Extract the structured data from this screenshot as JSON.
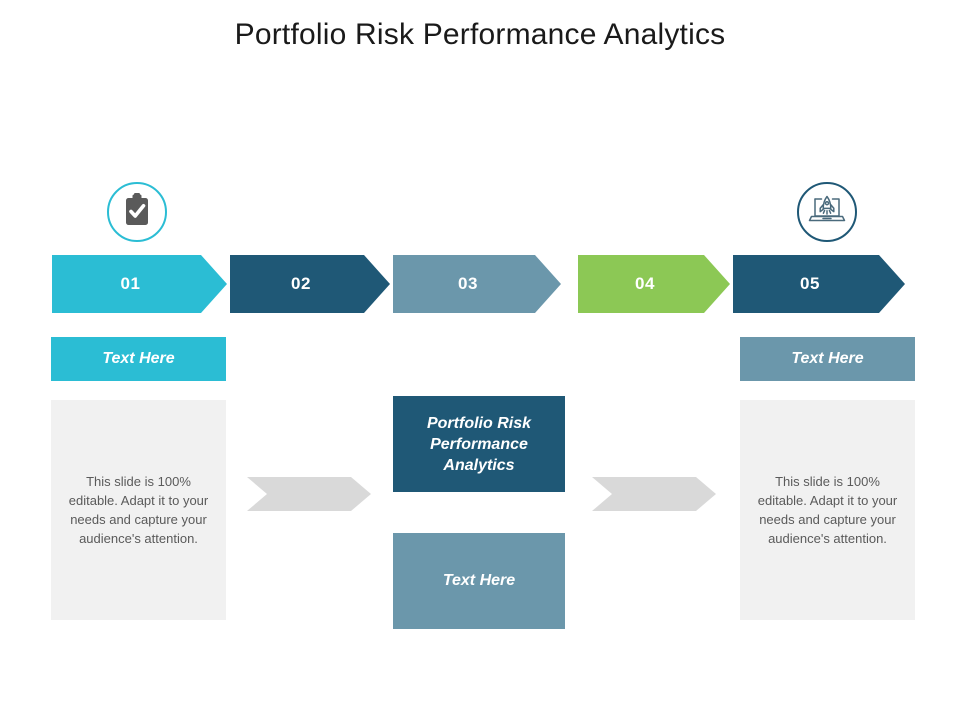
{
  "slide": {
    "title": "Portfolio Risk Performance Analytics",
    "background": "#ffffff"
  },
  "colors": {
    "cyan": "#2bbdd4",
    "navy": "#1f5876",
    "slate": "#6b97ab",
    "green": "#8cc855",
    "panel_gray": "#f1f1f1",
    "connector_gray": "#d9d9d9",
    "body_text": "#5a5a5a",
    "title_text": "#1a1a1a"
  },
  "icons": {
    "left": {
      "name": "clipboard-check-icon",
      "ring_color": "#2bbdd4",
      "glyph_color": "#5a5a5a"
    },
    "right": {
      "name": "rocket-laptop-launch-icon",
      "ring_color": "#1f5876",
      "glyph_color": "#4a6a7c"
    }
  },
  "steps": [
    {
      "number": "01",
      "color": "#2bbdd4"
    },
    {
      "number": "02",
      "color": "#1f5876"
    },
    {
      "number": "03",
      "color": "#6b97ab"
    },
    {
      "number": "04",
      "color": "#8cc855"
    },
    {
      "number": "05",
      "color": "#1f5876"
    }
  ],
  "ribbons": [
    {
      "label": "Text Here",
      "color": "#2bbdd4"
    },
    {
      "label": "Text Here",
      "color": "#6b97ab"
    }
  ],
  "panels": [
    {
      "text": "This slide is 100% editable. Adapt it to your needs and capture your audience's attention."
    },
    {
      "text": "This slide is 100% editable. Adapt it to your needs and capture your audience's attention."
    }
  ],
  "center": {
    "title_box": {
      "text": "Portfolio Risk Performance Analytics",
      "color": "#1f5876"
    },
    "sub_box": {
      "label": "Text Here",
      "color": "#6b97ab"
    }
  },
  "connectors": [
    {
      "name": "connector-arrow-left",
      "color": "#d9d9d9"
    },
    {
      "name": "connector-arrow-right",
      "color": "#d9d9d9"
    }
  ]
}
